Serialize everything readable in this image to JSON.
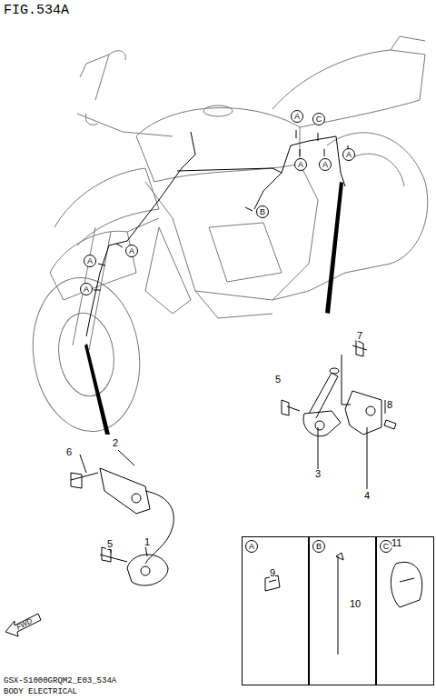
{
  "diagram": {
    "title": "FIG.534A",
    "nodes": [
      {
        "text": [
          "A",
          "9"
        ]
      },
      {
        "text": [
          "B",
          "10"
        ]
      },
      {
        "text": [
          "C",
          "11"
        ]
      }
    ],
    "labels": [
      "A",
      "C",
      "A",
      "A",
      "A",
      "B",
      "A",
      "A",
      "A",
      "7",
      "5",
      "8",
      "3",
      "4",
      "2",
      "6",
      "1",
      "5",
      "FWD",
      "GSX-S1000GRQM2_E03_534A",
      "BODY ELECTRICAL"
    ]
  }
}
